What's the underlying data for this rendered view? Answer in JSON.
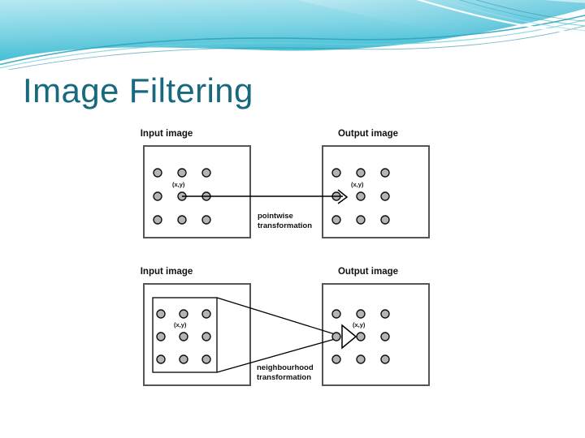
{
  "slide": {
    "title": "Image Filtering",
    "title_color": "#17697d",
    "background_color": "#ffffff"
  },
  "banner": {
    "name": "decorative-wave-banner",
    "colors": {
      "gradient_top": "#a9e4f0",
      "gradient_bottom": "#2fb7cf",
      "wave_light": "#ffffff",
      "wave_mid": "#6fcede",
      "wave_dark": "#2aa3bd",
      "wave_accent": "#1b7f99"
    }
  },
  "figure": {
    "name": "image-filtering-diagram",
    "dot_fill": "#b4b4b4",
    "dot_stroke": "#111111",
    "box_stroke": "#555555",
    "line_stroke": "#000000",
    "diagrams": [
      {
        "id": "pointwise",
        "input_label": "Input image",
        "output_label": "Output image",
        "transformation_label_line1": "pointwise",
        "transformation_label_line2": "transformation",
        "input_point_label": "(x,y)",
        "output_point_label": "(x,y)",
        "grid_rows": 3,
        "grid_cols": 3,
        "neighbourhood_outline": false
      },
      {
        "id": "neighbourhood",
        "input_label": "Input image",
        "output_label": "Output image",
        "transformation_label_line1": "neighbourhood",
        "transformation_label_line2": "transformation",
        "input_point_label": "(x,y)",
        "output_point_label": "(x,y)",
        "grid_rows": 3,
        "grid_cols": 3,
        "neighbourhood_outline": true
      }
    ]
  }
}
